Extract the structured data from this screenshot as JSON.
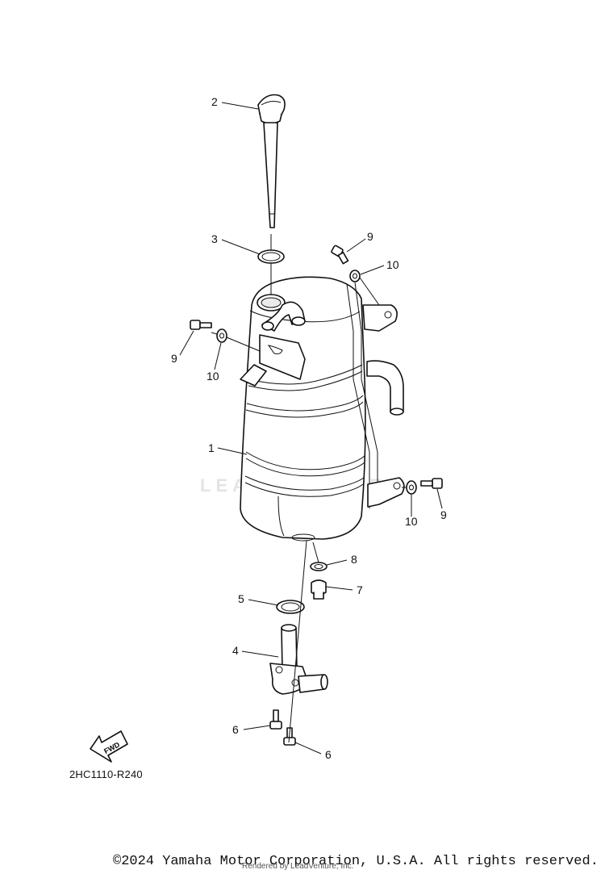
{
  "diagram": {
    "code": "2HC1110-R240",
    "fwd_label": "FWD",
    "watermark": "LEADVENTURE",
    "callouts": [
      {
        "id": "1",
        "label": "1"
      },
      {
        "id": "2",
        "label": "2"
      },
      {
        "id": "3",
        "label": "3"
      },
      {
        "id": "4",
        "label": "4"
      },
      {
        "id": "5",
        "label": "5"
      },
      {
        "id": "6a",
        "label": "6"
      },
      {
        "id": "6b",
        "label": "6"
      },
      {
        "id": "7",
        "label": "7"
      },
      {
        "id": "8",
        "label": "8"
      },
      {
        "id": "9a",
        "label": "9"
      },
      {
        "id": "9b",
        "label": "9"
      },
      {
        "id": "9c",
        "label": "9"
      },
      {
        "id": "10a",
        "label": "10"
      },
      {
        "id": "10b",
        "label": "10"
      },
      {
        "id": "10c",
        "label": "10"
      }
    ]
  },
  "footer": {
    "copyright": "©2024 Yamaha Motor Corporation, U.S.A. All rights reserved.",
    "rendered_by": "Rendered by LeadVenture, Inc."
  }
}
